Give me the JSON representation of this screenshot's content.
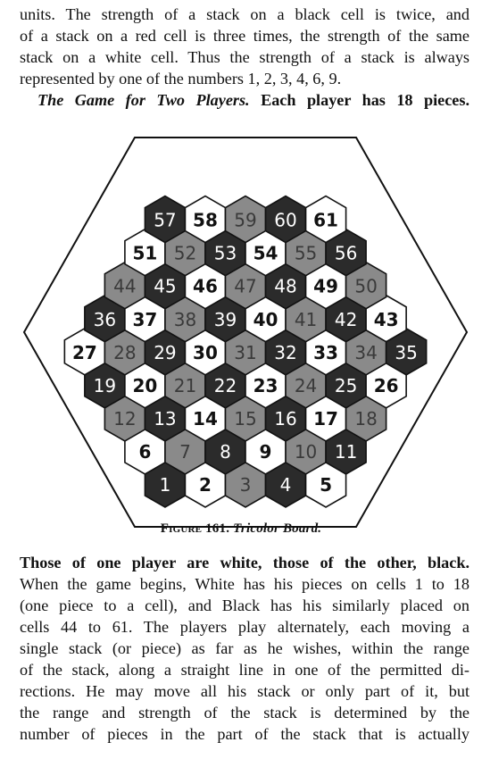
{
  "top_text": {
    "lines": [
      "units.  The strength of a stack on a black cell is twice, and",
      "of a stack on a red cell is three times, the strength of the same",
      "stack on a white cell.  Thus the strength of a stack is always",
      "represented by one of the numbers 1, 2, 3, 4, 6, 9."
    ],
    "section_title": "The Game for Two Players.",
    "section_rest": "Each player has 18 pieces."
  },
  "figure": {
    "label": "Figure 161.",
    "title": "Tricolor Board.",
    "colors": {
      "black": "#2b2b2b",
      "gray": "#8a8a8a",
      "white": "#ffffff",
      "outline": "#111111"
    },
    "cells": [
      {
        "n": "1",
        "c": "black"
      },
      {
        "n": "2",
        "c": "white"
      },
      {
        "n": "3",
        "c": "gray"
      },
      {
        "n": "4",
        "c": "black"
      },
      {
        "n": "5",
        "c": "white"
      },
      {
        "n": "6",
        "c": "white"
      },
      {
        "n": "7",
        "c": "gray"
      },
      {
        "n": "8",
        "c": "black"
      },
      {
        "n": "9",
        "c": "white"
      },
      {
        "n": "10",
        "c": "gray"
      },
      {
        "n": "11",
        "c": "black"
      },
      {
        "n": "12",
        "c": "gray"
      },
      {
        "n": "13",
        "c": "black"
      },
      {
        "n": "14",
        "c": "white"
      },
      {
        "n": "15",
        "c": "gray"
      },
      {
        "n": "16",
        "c": "black"
      },
      {
        "n": "17",
        "c": "white"
      },
      {
        "n": "18",
        "c": "gray"
      },
      {
        "n": "19",
        "c": "black"
      },
      {
        "n": "20",
        "c": "white"
      },
      {
        "n": "21",
        "c": "gray"
      },
      {
        "n": "22",
        "c": "black"
      },
      {
        "n": "23",
        "c": "white"
      },
      {
        "n": "24",
        "c": "gray"
      },
      {
        "n": "25",
        "c": "black"
      },
      {
        "n": "26",
        "c": "white"
      },
      {
        "n": "27",
        "c": "white"
      },
      {
        "n": "28",
        "c": "gray"
      },
      {
        "n": "29",
        "c": "black"
      },
      {
        "n": "30",
        "c": "white"
      },
      {
        "n": "31",
        "c": "gray"
      },
      {
        "n": "32",
        "c": "black"
      },
      {
        "n": "33",
        "c": "white"
      },
      {
        "n": "34",
        "c": "gray"
      },
      {
        "n": "35",
        "c": "black"
      },
      {
        "n": "36",
        "c": "black"
      },
      {
        "n": "37",
        "c": "white"
      },
      {
        "n": "38",
        "c": "gray"
      },
      {
        "n": "39",
        "c": "black"
      },
      {
        "n": "40",
        "c": "white"
      },
      {
        "n": "41",
        "c": "gray"
      },
      {
        "n": "42",
        "c": "black"
      },
      {
        "n": "43",
        "c": "white"
      },
      {
        "n": "44",
        "c": "gray"
      },
      {
        "n": "45",
        "c": "black"
      },
      {
        "n": "46",
        "c": "white"
      },
      {
        "n": "47",
        "c": "gray"
      },
      {
        "n": "48",
        "c": "black"
      },
      {
        "n": "49",
        "c": "white"
      },
      {
        "n": "50",
        "c": "gray"
      },
      {
        "n": "51",
        "c": "white"
      },
      {
        "n": "52",
        "c": "gray"
      },
      {
        "n": "53",
        "c": "black"
      },
      {
        "n": "54",
        "c": "white"
      },
      {
        "n": "55",
        "c": "gray"
      },
      {
        "n": "56",
        "c": "black"
      },
      {
        "n": "57",
        "c": "black"
      },
      {
        "n": "58",
        "c": "white"
      },
      {
        "n": "59",
        "c": "gray"
      },
      {
        "n": "60",
        "c": "black"
      },
      {
        "n": "61",
        "c": "white"
      }
    ]
  },
  "bottom_text": {
    "lines": [
      "Those of one player are white, those of the other, black.",
      "When the game begins, White has his pieces on cells 1 to 18",
      "(one piece to a cell), and Black has his similarly placed on",
      "cells 44 to 61.  The players play alternately, each moving a",
      "single stack (or piece) as far as he wishes, within the range",
      "of the stack, along a straight line in one of the permitted di-",
      "rections.  He may move all his stack or only part of it, but",
      "the range and strength of the stack is determined by the",
      "number of pieces in the part of the stack that is actually"
    ]
  }
}
